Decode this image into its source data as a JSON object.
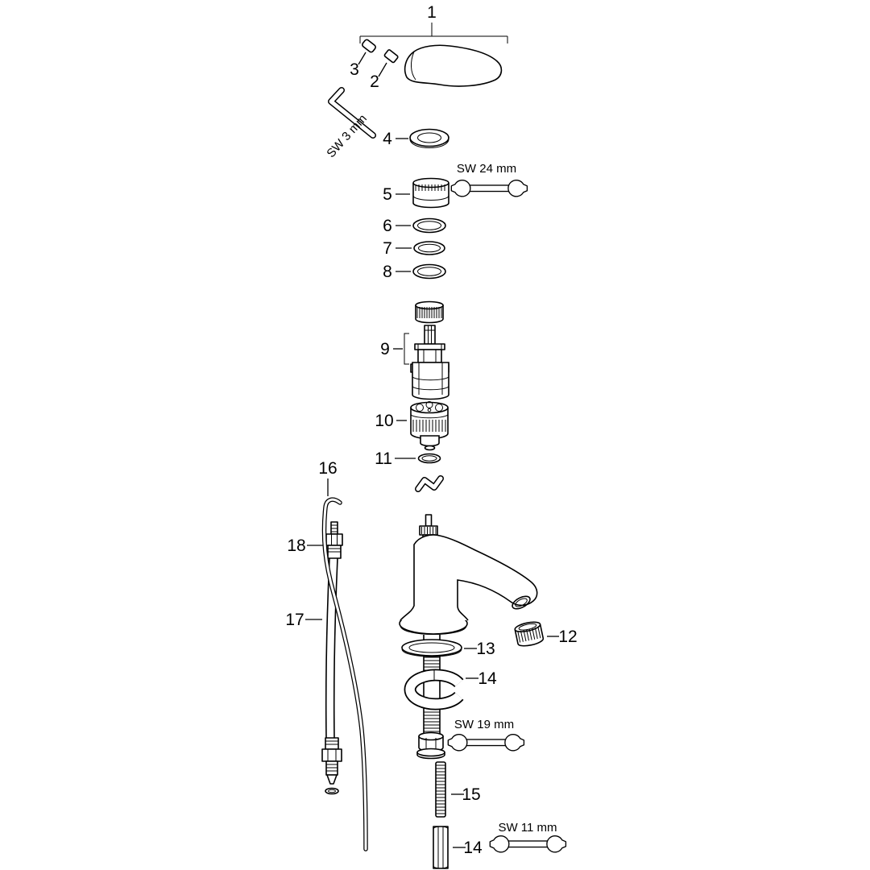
{
  "page": {
    "background": "#ffffff",
    "line_color": "#000000"
  },
  "labels": {
    "p1": "1",
    "p2": "2",
    "p3": "3",
    "p4": "4",
    "p5": "5",
    "p6": "6",
    "p7": "7",
    "p8": "8",
    "p9": "9",
    "p10": "10",
    "p11": "11",
    "p12": "12",
    "p13": "13",
    "p14": "14",
    "p14b": "14",
    "p15": "15",
    "p16": "16",
    "p17": "17",
    "p18": "18"
  },
  "tools": {
    "allen_key": "SW 3 mm",
    "wrench_24": "SW 24 mm",
    "wrench_19": "SW 19 mm",
    "wrench_11": "SW 11 mm"
  }
}
